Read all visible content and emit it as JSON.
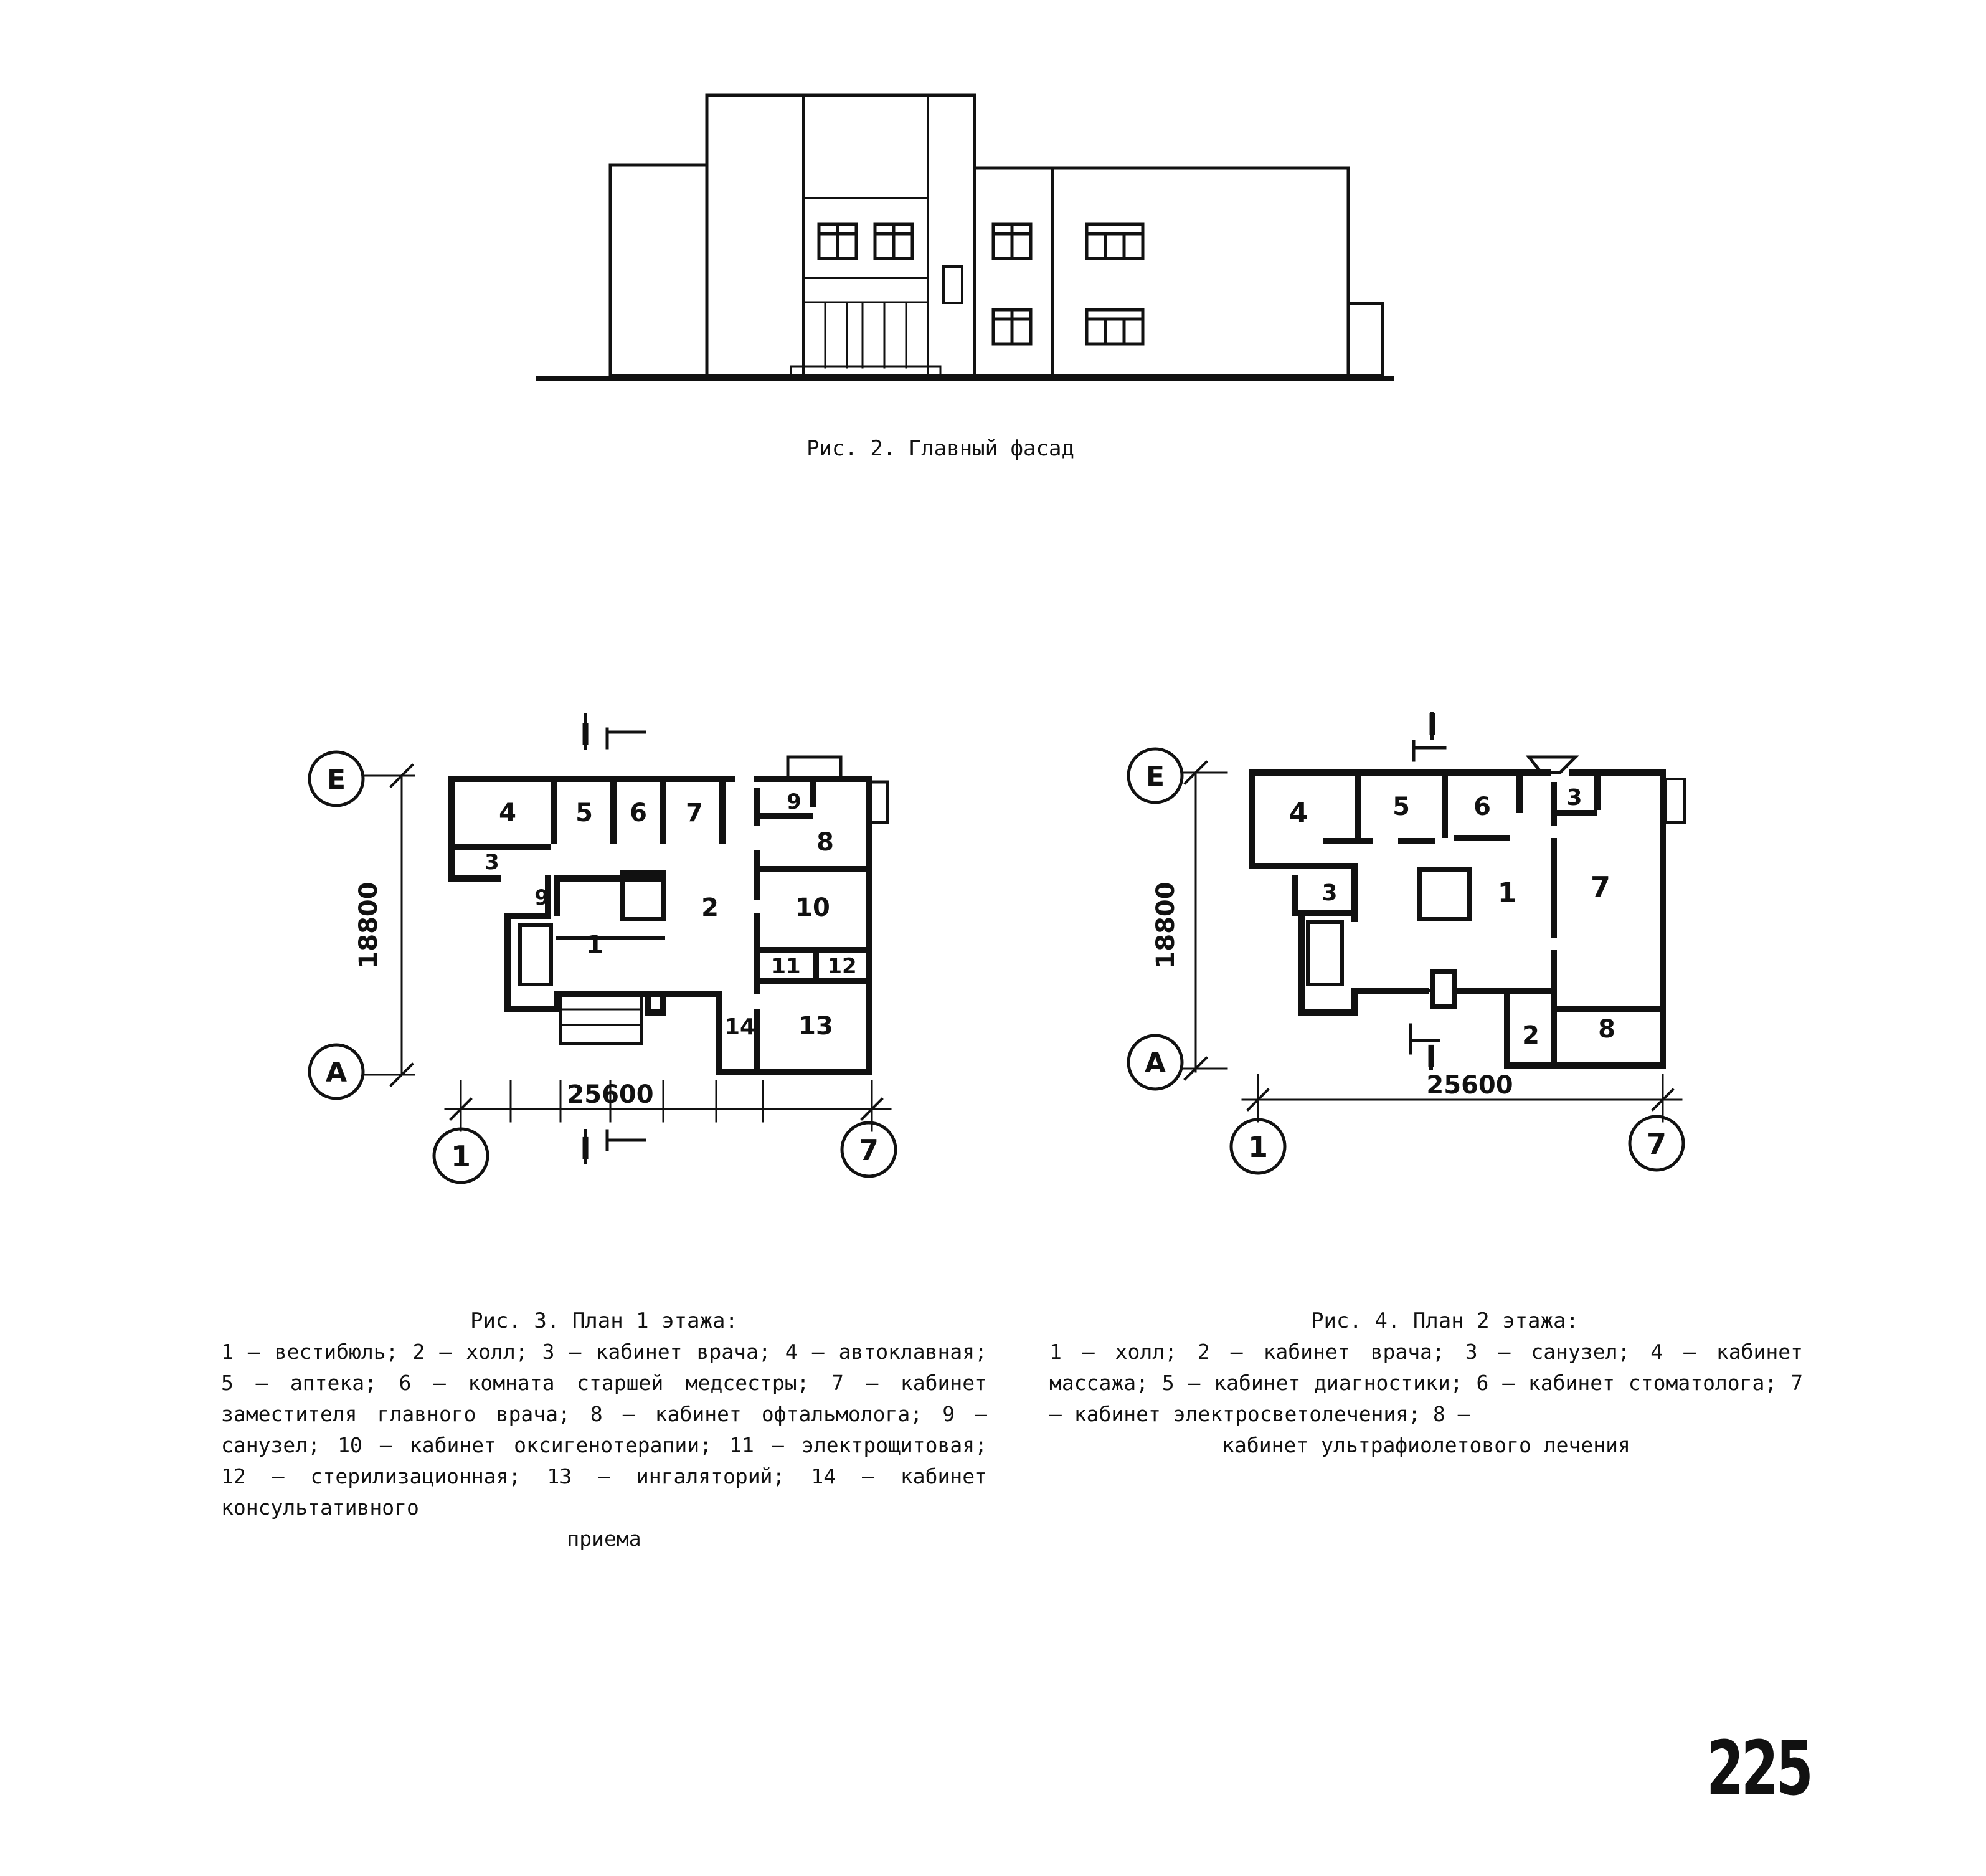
{
  "figure2": {
    "caption": "Рис. 2. Главный фасад"
  },
  "figure3": {
    "caption_title": "Рис. 3. План 1 этажа:",
    "legend": "1 – вестибюль; 2 – холл; 3 – кабинет врача; 4 – автоклавная; 5 – аптека; 6 – комната старшей медсестры; 7 – кабинет заместителя главного врача; 8 – кабинет офтальмолога; 9 – санузел; 10 – кабинет оксигенотерапии; 11 – электрощитовая; 12 – стерилизационная; 13 – ингаляторий; 14 – кабинет консультативного",
    "legend_end": "приема",
    "axis_top": "Е",
    "axis_bottom": "А",
    "axis_left": "1",
    "axis_right": "7",
    "dim_vertical": "18800",
    "dim_horizontal": "25600",
    "section_mark": "I",
    "rooms": [
      "4",
      "5",
      "6",
      "7",
      "9",
      "8",
      "3",
      "9",
      "2",
      "10",
      "1",
      "11",
      "12",
      "14",
      "13"
    ]
  },
  "figure4": {
    "caption_title": "Рис. 4. План 2 этажа:",
    "legend": "1 – холл; 2 – кабинет врача; 3 – санузел; 4 – кабинет массажа; 5 – кабинет диагностики; 6 – кабинет стоматолога; 7 – кабинет электросветолечения; 8 –",
    "legend_end": "кабинет ультрафиолетового лечения",
    "axis_top": "Е",
    "axis_bottom": "А",
    "axis_left": "1",
    "axis_right": "7",
    "dim_vertical": "18800",
    "dim_horizontal": "25600",
    "section_mark": "I",
    "rooms": [
      "4",
      "5",
      "6",
      "3",
      "1",
      "7",
      "3",
      "2",
      "8"
    ]
  },
  "page_number": "225"
}
